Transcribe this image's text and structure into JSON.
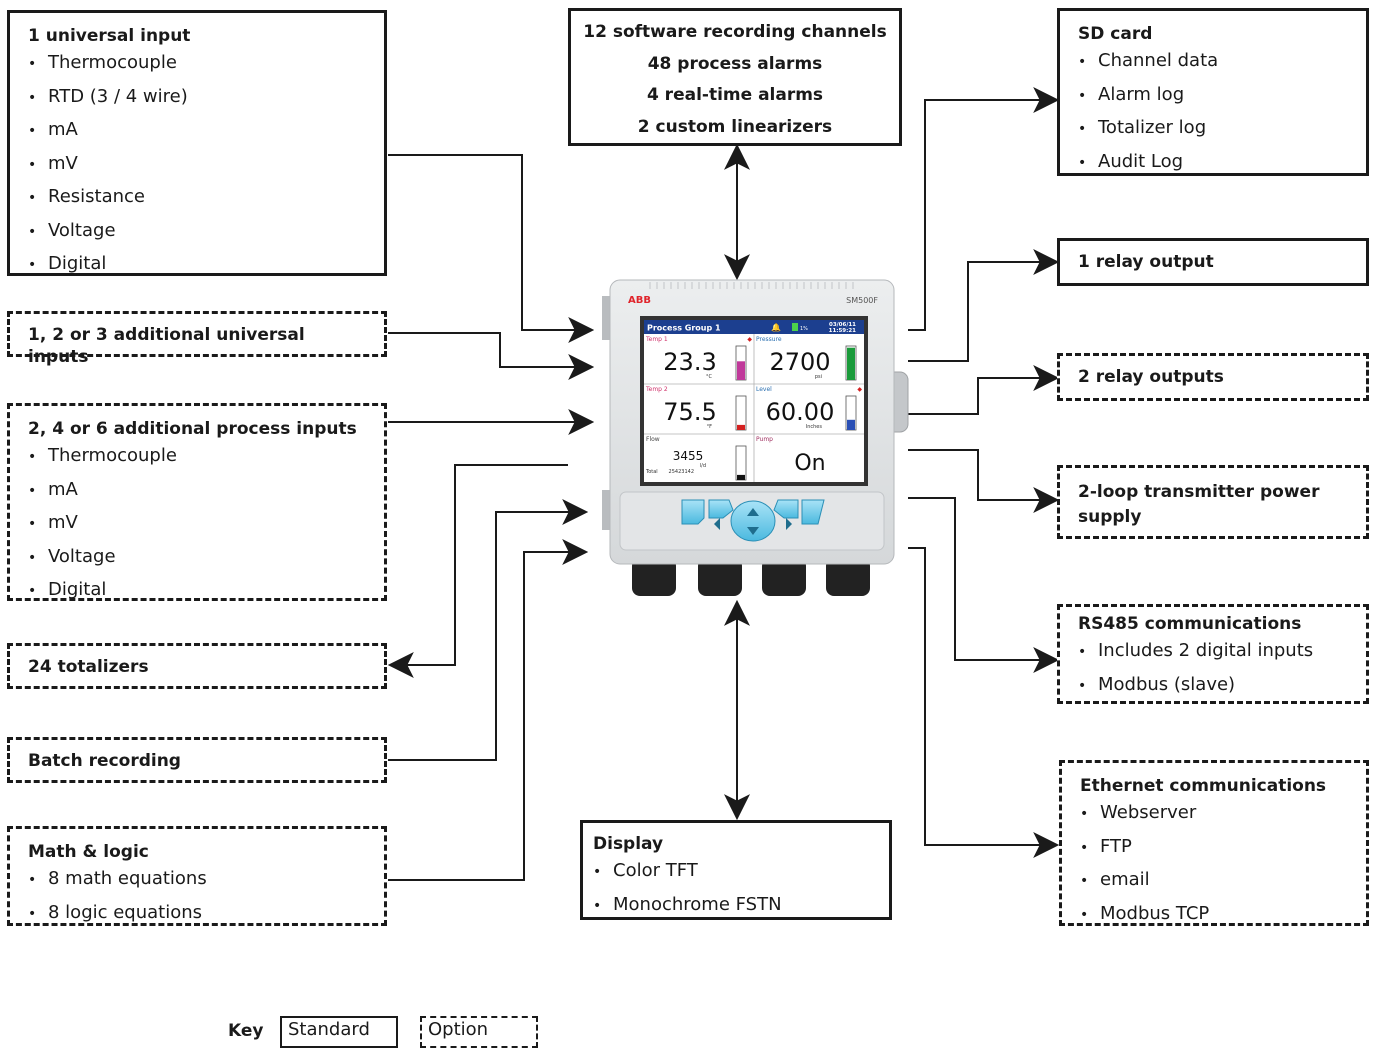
{
  "boxes": {
    "universal_input": {
      "title": "1 universal input",
      "items": [
        "Thermocouple",
        "RTD (3 / 4 wire)",
        "mA",
        "mV",
        "Resistance",
        "Voltage",
        "Digital"
      ]
    },
    "additional_universal": {
      "title": "1, 2 or 3 additional universal inputs"
    },
    "additional_process": {
      "title": "2, 4 or 6 additional process inputs",
      "items": [
        "Thermocouple",
        "mA",
        "mV",
        "Voltage",
        "Digital"
      ]
    },
    "totalizers": {
      "title": "24 totalizers"
    },
    "batch": {
      "title": "Batch recording"
    },
    "math": {
      "title": "Math & logic",
      "items": [
        "8 math equations",
        "8 logic equations"
      ]
    },
    "software": {
      "lines": [
        "12 software recording channels",
        "48 process alarms",
        "4 real-time alarms",
        "2 custom linearizers"
      ]
    },
    "display": {
      "title": "Display",
      "items": [
        "Color TFT",
        "Monochrome FSTN"
      ]
    },
    "sd_card": {
      "title": "SD card",
      "items": [
        "Channel data",
        "Alarm log",
        "Totalizer log",
        "Audit Log"
      ]
    },
    "relay1": {
      "title": "1 relay output"
    },
    "relay2": {
      "title": "2 relay outputs"
    },
    "transmitter": {
      "title": "2-loop transmitter power supply"
    },
    "rs485": {
      "title": "RS485 communications",
      "items": [
        "Includes 2 digital inputs",
        "Modbus (slave)"
      ]
    },
    "ethernet": {
      "title": "Ethernet communications",
      "items": [
        "Webserver",
        "FTP",
        "email",
        "Modbus TCP"
      ]
    }
  },
  "device": {
    "brand": "ABB",
    "model": "SM500F",
    "screen_title": "Process Group 1",
    "battery": "1%",
    "date": "03/06/11",
    "time": "11:59:21",
    "cells": [
      {
        "name": "Temp 1",
        "value": "23.3",
        "unit": "°C",
        "bar_color": "#c0399a",
        "bar_level": 0.55
      },
      {
        "name": "Pressure",
        "value": "2700",
        "unit": "psi",
        "bar_color": "#1a9a3a",
        "bar_level": 0.95
      },
      {
        "name": "Temp 2",
        "value": "75.5",
        "unit": "°F",
        "bar_color": "#d42020",
        "bar_level": 0.15
      },
      {
        "name": "Level",
        "value": "60.00",
        "unit": "Inches",
        "bar_color": "#2a4fb5",
        "bar_level": 0.3
      },
      {
        "name": "Flow",
        "value": "3455",
        "unit": "l/d",
        "total_label": "Total",
        "total_value": "25423142",
        "bar_color": "#111111",
        "bar_level": 0.15
      },
      {
        "name": "Pump",
        "value": "On"
      }
    ]
  },
  "key": {
    "label": "Key",
    "standard": "Standard",
    "option": "Option"
  }
}
